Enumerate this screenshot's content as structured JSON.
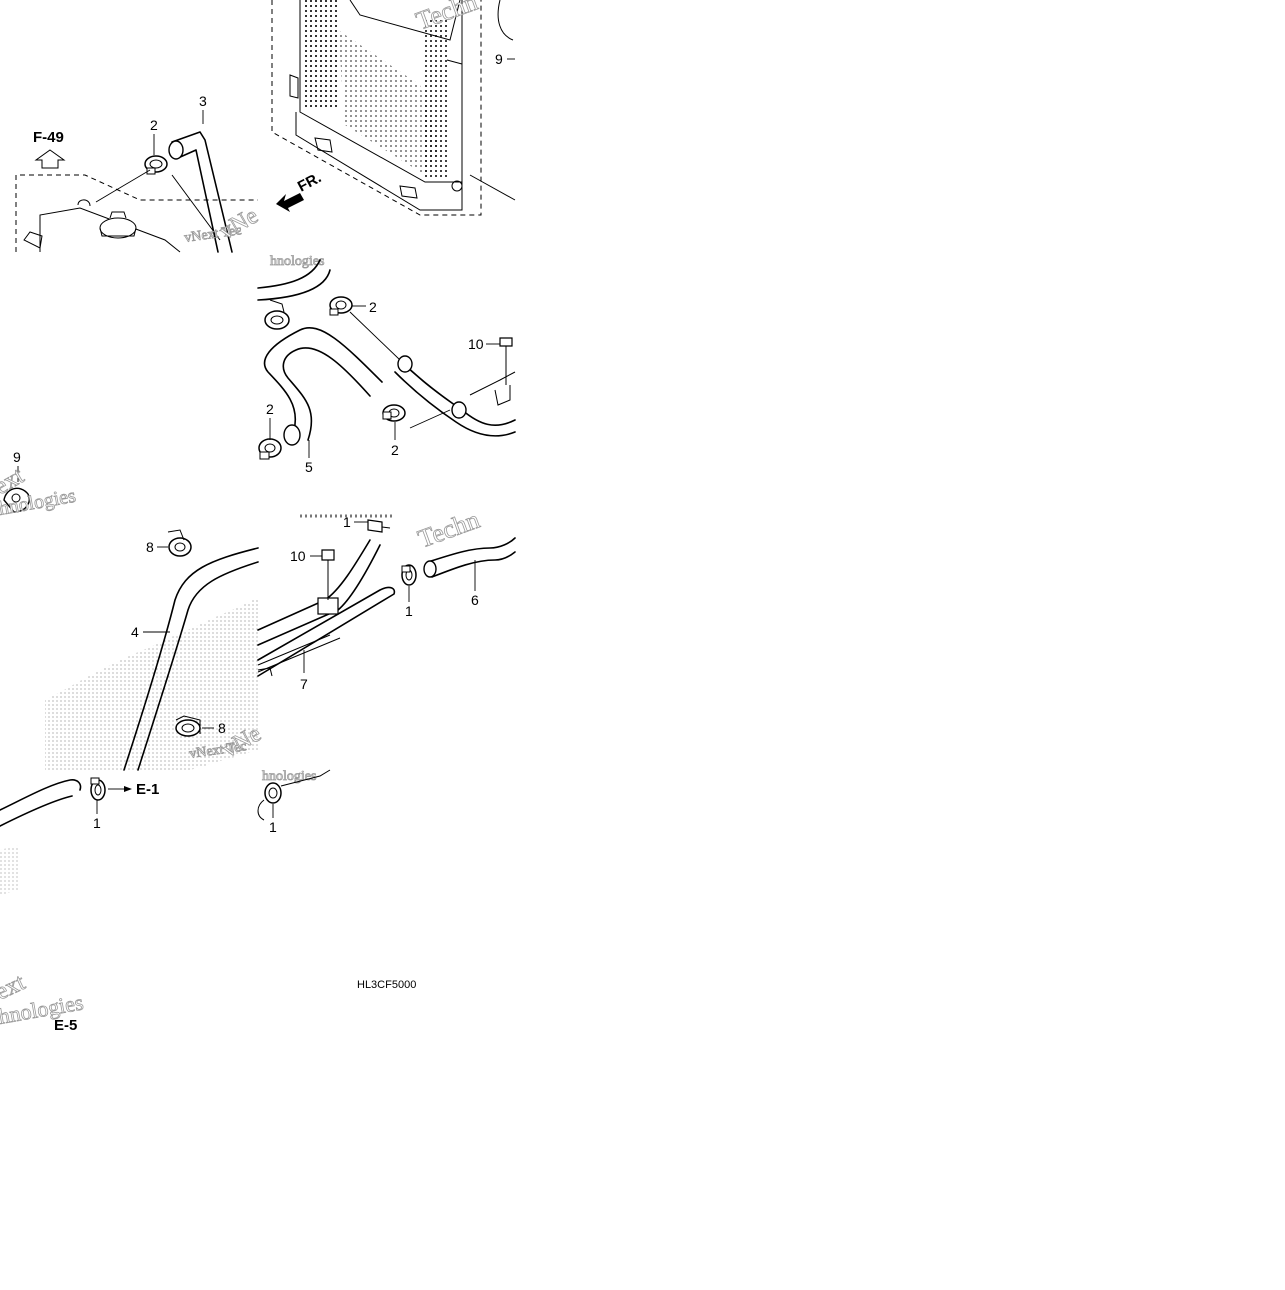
{
  "diagram": {
    "code": "HL3CF5000",
    "refs": {
      "f49": "F-49",
      "e1": "E-1",
      "e5": "E-5",
      "fr": "FR."
    },
    "callouts": {
      "c1a": "1",
      "c1b": "1",
      "c1c": "1",
      "c1d": "1",
      "c2a": "2",
      "c2b": "2",
      "c2c": "2",
      "c2d": "2",
      "c3": "3",
      "c4": "4",
      "c5": "5",
      "c6": "6",
      "c7": "7",
      "c8a": "8",
      "c8b": "8",
      "c9a": "9",
      "c9b": "9",
      "c10a": "10",
      "c10b": "10"
    },
    "watermark": {
      "w1": "Techn",
      "w2": "vNext Tec",
      "w3": "vNe",
      "w4": "hnologies",
      "w5": "ext",
      "w6": "hnologies",
      "w7": "Techn",
      "w8": "vNext Tec",
      "w9": "vNe",
      "w10": "hnologies",
      "w11": "ext",
      "w12": "hnologies"
    }
  }
}
